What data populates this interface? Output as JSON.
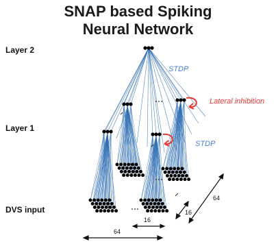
{
  "title": {
    "line1": "SNAP based Spiking",
    "line2": "Neural Network"
  },
  "rows": {
    "layer2": "Layer 2",
    "layer1": "Layer 1",
    "input": "DVS input"
  },
  "annotations": {
    "stdp_top": "STDP",
    "stdp_mid": "STDP",
    "lateral_inhibition": "Lateral inhibition"
  },
  "dimensions": {
    "width_a": "64",
    "width_b": "16",
    "depth_b": "16",
    "depth_a": "64"
  },
  "colors": {
    "connection": "#2f6fb3",
    "neuron": "#000000",
    "annotation_blue": "#4a7fd4",
    "inhibition_red": "#e53935",
    "label": "#111111"
  }
}
